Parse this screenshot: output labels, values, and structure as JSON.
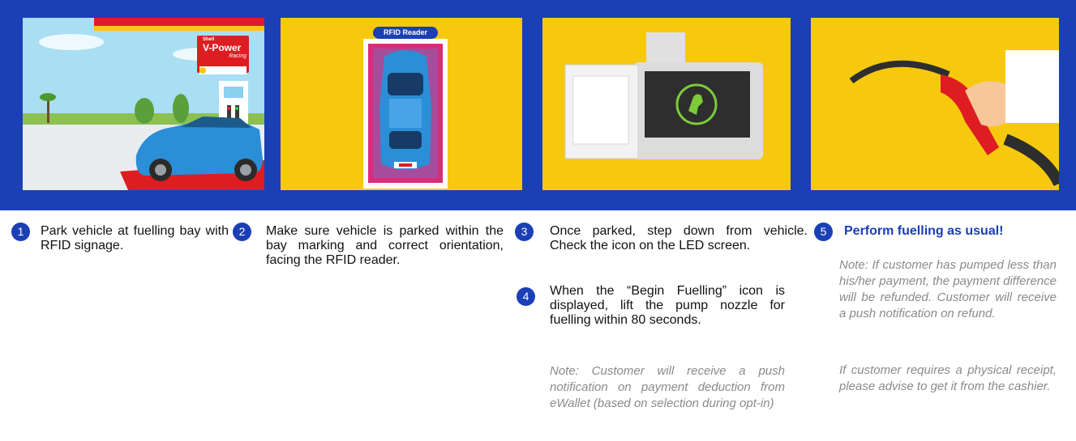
{
  "panels": {
    "panel1": {
      "sign_brand": "Shell",
      "sign_title": "V-Power",
      "sign_sub": "Racing"
    },
    "panel2": {
      "rfid_label": "RFID Reader"
    }
  },
  "steps": [
    {
      "num": "1",
      "text": "Park vehicle at fuelling bay with RFID signage."
    },
    {
      "num": "2",
      "text": "Make sure vehicle is parked within the bay marking and correct orientation, facing the RFID reader."
    },
    {
      "num": "3",
      "text": "Once parked, step down from vehicle. Check the icon on the LED screen."
    },
    {
      "num": "4",
      "text": "When the “Begin Fuelling” icon is displayed, lift the pump nozzle for fuelling within 80 seconds."
    },
    {
      "num": "5",
      "text": "Perform fuelling as usual!"
    }
  ],
  "notes": {
    "step4_note": "Note: Customer will receive a push notification on payment deduction from eWallet (based on selection during opt-in)",
    "step5_note1": "Note: If customer has pumped less than his/her payment, the payment difference will be refunded. Customer will receive a push notification on refund.",
    "step5_note2": "If customer requires a physical receipt, please advise to get it from the cashier."
  },
  "colors": {
    "banner": "#1b3fb4",
    "yellow": "#f6c90e",
    "shell_red": "#dd1d21",
    "car_blue": "#2a8fd6"
  }
}
